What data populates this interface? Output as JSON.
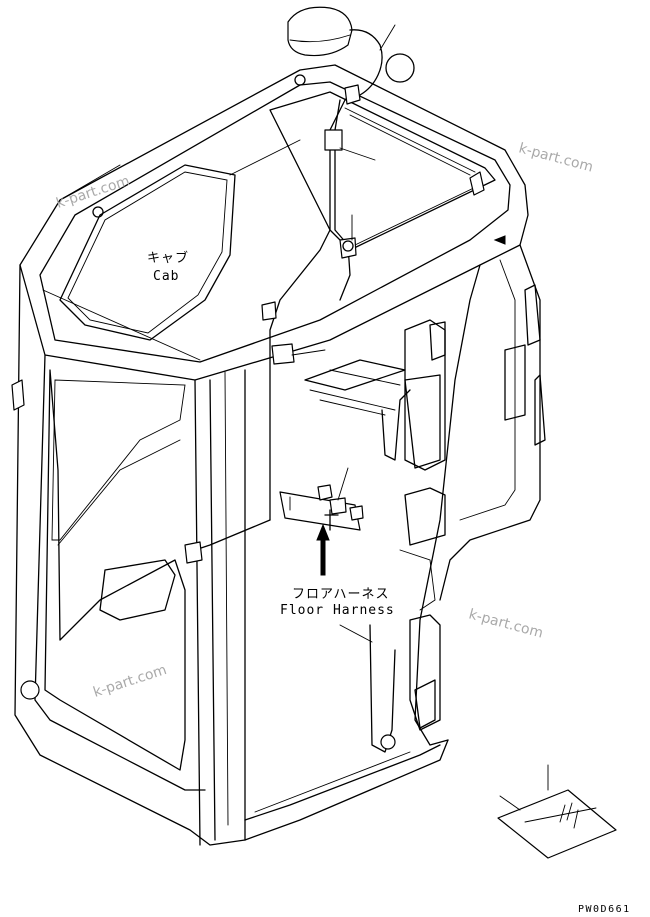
{
  "labels": {
    "cab_jp": "キャブ",
    "cab_en": "Cab",
    "floor_harness_jp": "フロアハーネス",
    "floor_harness_en": "Floor Harness"
  },
  "watermarks": [
    "k-part.com",
    "k-part.com",
    "k-part.com",
    "k-part.com"
  ],
  "drawing_code": "PW0D661"
}
